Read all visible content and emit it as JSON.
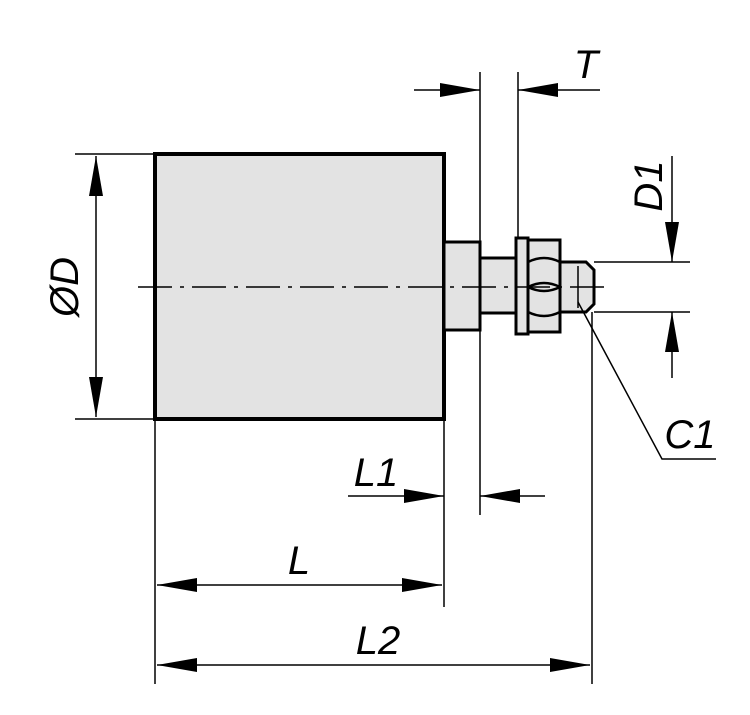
{
  "colors": {
    "body_fill": "#e3e3e3",
    "line": "#000000",
    "background": "#ffffff"
  },
  "labels": {
    "diameter": "ØD",
    "length": "L",
    "length_total": "L2",
    "shaft_length": "L1",
    "nut_thickness": "T",
    "thread_diameter": "D1",
    "chamfer": "C1"
  }
}
